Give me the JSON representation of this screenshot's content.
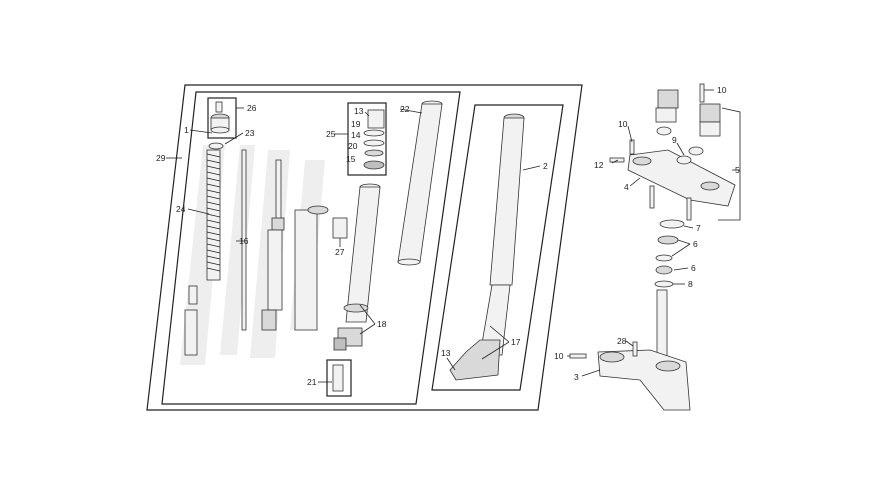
{
  "diagram": {
    "callouts": [
      "1",
      "2",
      "3",
      "4",
      "5",
      "6",
      "6",
      "7",
      "8",
      "9",
      "10",
      "10",
      "10",
      "12",
      "13",
      "13",
      "14",
      "15",
      "16",
      "17",
      "18",
      "19",
      "20",
      "21",
      "22",
      "23",
      "24",
      "25",
      "26",
      "27",
      "28",
      "29"
    ]
  }
}
